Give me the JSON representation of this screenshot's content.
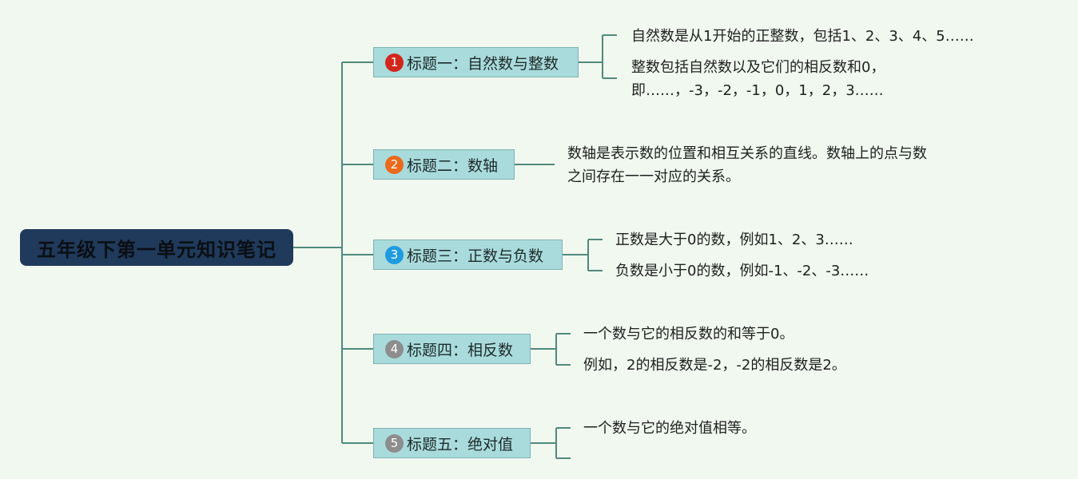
{
  "root": {
    "title": "五年级下第一单元知识笔记"
  },
  "colors": {
    "line": "#4f8a7d",
    "root_bg": "#1f3a5b",
    "topic_bg": "#a9dbdc",
    "background": "#f1f8ef"
  },
  "topics": [
    {
      "number": "1",
      "title": "标题一：自然数与整数",
      "badge_color": "#d2271c",
      "notes": [
        "自然数是从1开始的正整数，包括1、2、3、4、5……",
        "整数包括自然数以及它们的相反数和0，",
        "即……，-3，-2，-1，0，1，2，3……"
      ]
    },
    {
      "number": "2",
      "title": "标题二：数轴",
      "badge_color": "#ea6b1b",
      "notes": [
        "数轴是表示数的位置和相互关系的直线。数轴上的点与数",
        "之间存在一一对应的关系。"
      ]
    },
    {
      "number": "3",
      "title": "标题三：正数与负数",
      "badge_color": "#1f9be0",
      "notes": [
        "正数是大于0的数，例如1、2、3……",
        "负数是小于0的数，例如-1、-2、-3……"
      ]
    },
    {
      "number": "4",
      "title": "标题四：相反数",
      "badge_color": "#8d8d8d",
      "notes": [
        "一个数与它的相反数的和等于0。",
        "例如，2的相反数是-2，-2的相反数是2。"
      ]
    },
    {
      "number": "5",
      "title": "标题五：绝对值",
      "badge_color": "#8d8d8d",
      "notes": [
        "一个数与它的绝对值相等。"
      ]
    }
  ]
}
